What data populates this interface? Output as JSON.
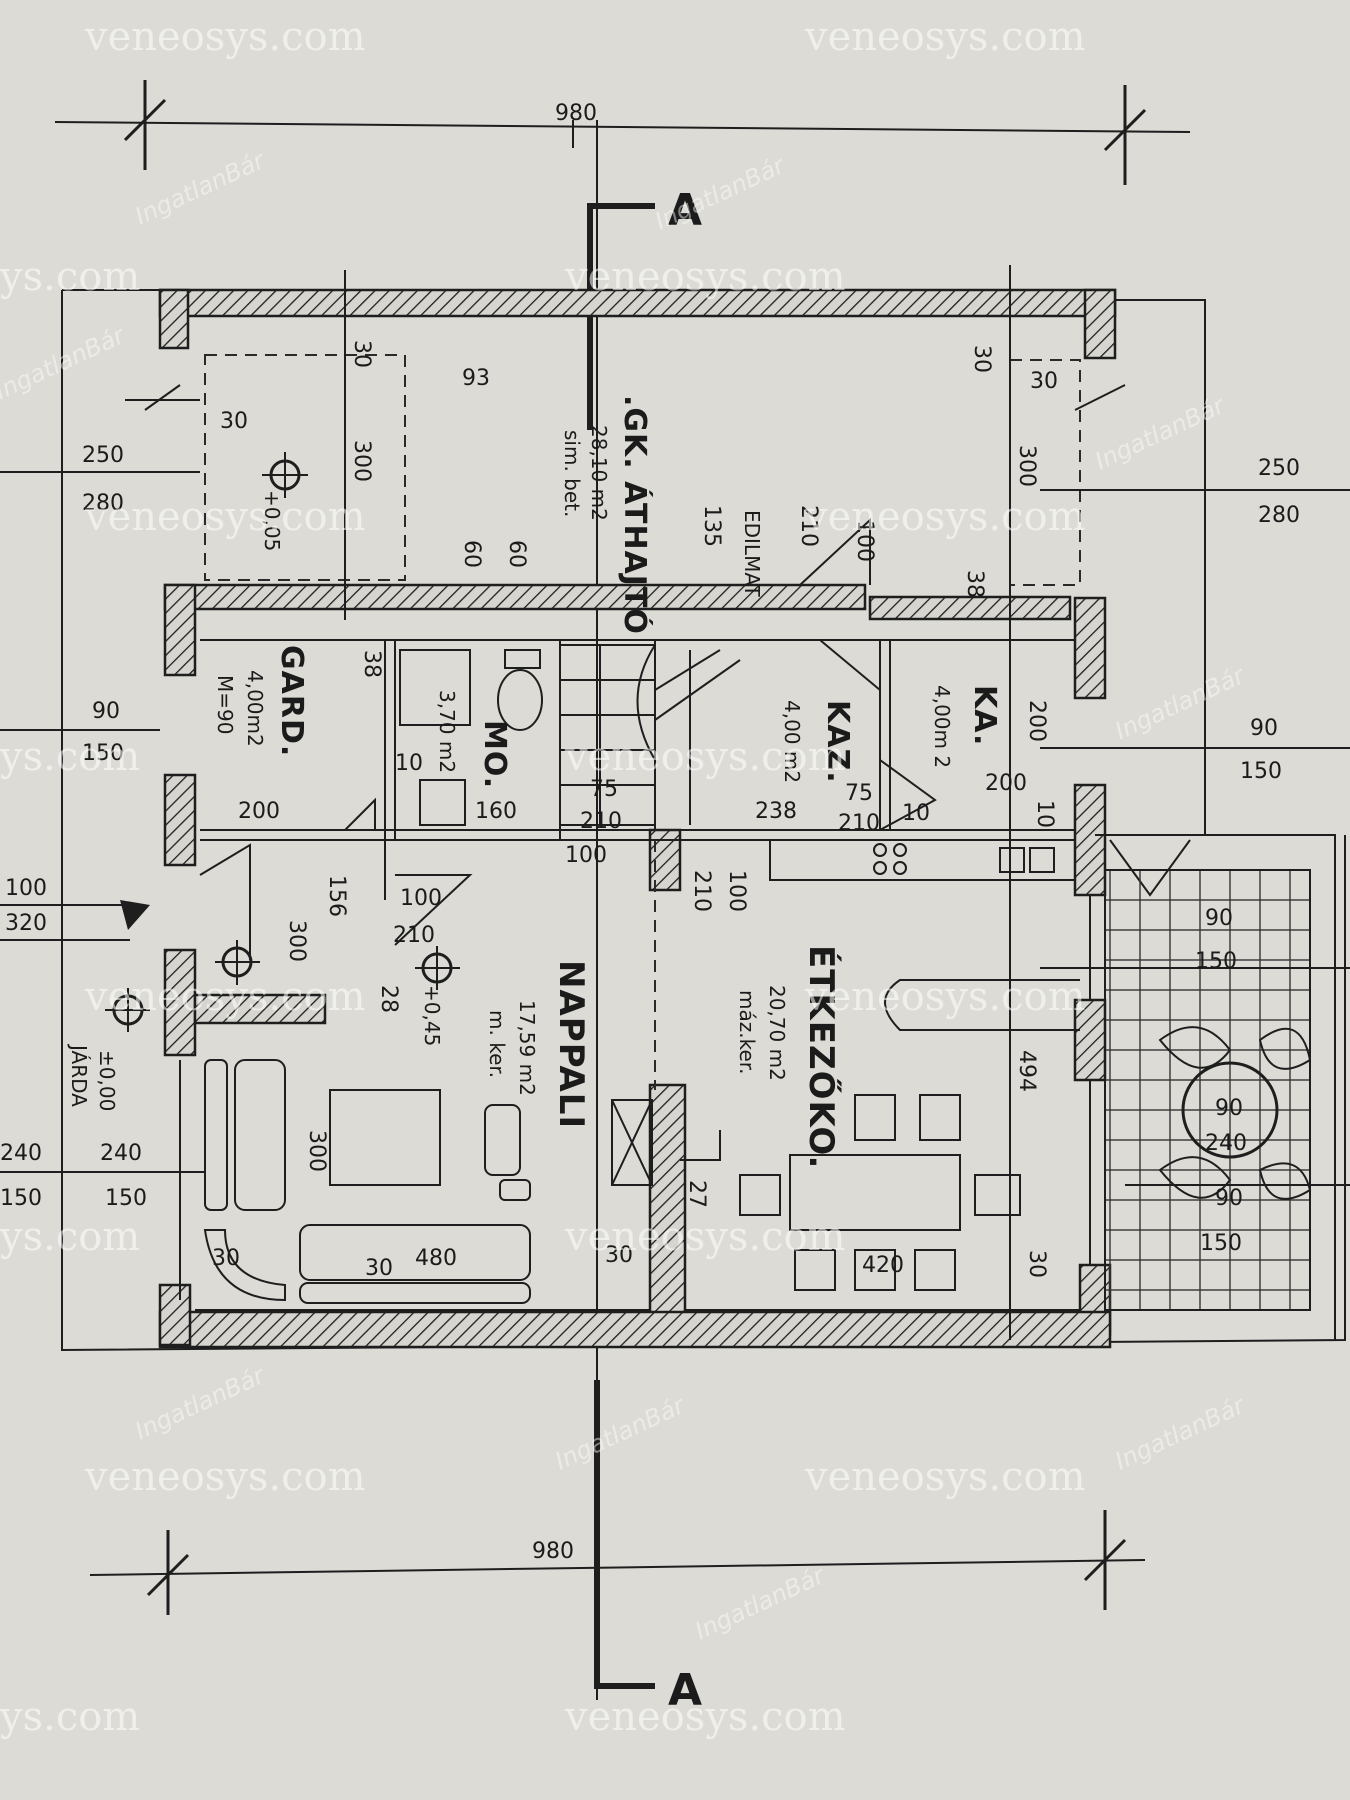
{
  "title_dimension": "980",
  "section_marker": "A",
  "rooms": {
    "garage": {
      "name": ".GK. ÁTHAJTÓ",
      "area": "28,10 m2",
      "finish": "sim. bet."
    },
    "wardrobe": {
      "name": "GARD.",
      "area": "4,00m2",
      "note": "M=90"
    },
    "bath": {
      "name": "MO.",
      "area": "3,70 m2"
    },
    "boiler": {
      "name": "KAZ.",
      "area": "4,00 m2"
    },
    "pantry": {
      "name": "KA.",
      "area": "4,00m 2"
    },
    "living": {
      "name": "NAPPALI",
      "area": "17,59 m2",
      "finish": "m. ker."
    },
    "dining": {
      "name": "ÉTKEZŐKO.",
      "area": "20,70 m2",
      "finish": "máz.ker."
    }
  },
  "labels": {
    "edilmat": "EDILMAT",
    "sidewalk": "JÁRDA",
    "level_zero": "±0,00",
    "level_garage": "+0,05",
    "level_living": "+0,45"
  },
  "dims": {
    "d250": "250",
    "d280": "280",
    "d90": "90",
    "d150": "150",
    "d100": "100",
    "d320": "320",
    "d240": "240",
    "d30": "30",
    "d93": "93",
    "d300": "300",
    "d60": "60",
    "d135": "135",
    "d210": "210",
    "d38": "38",
    "d200": "200",
    "d10": "10",
    "d160": "160",
    "d75": "75",
    "d238": "238",
    "d156": "156",
    "d28": "28",
    "d480": "480",
    "d420": "420",
    "d494": "494",
    "d27": "27"
  },
  "watermarks": {
    "site": "veneosys.com",
    "site_short": "ys.com",
    "agent": "IngatlanBár"
  },
  "colors": {
    "paper": "#dcdbd5",
    "ink": "#1b1b1b"
  }
}
